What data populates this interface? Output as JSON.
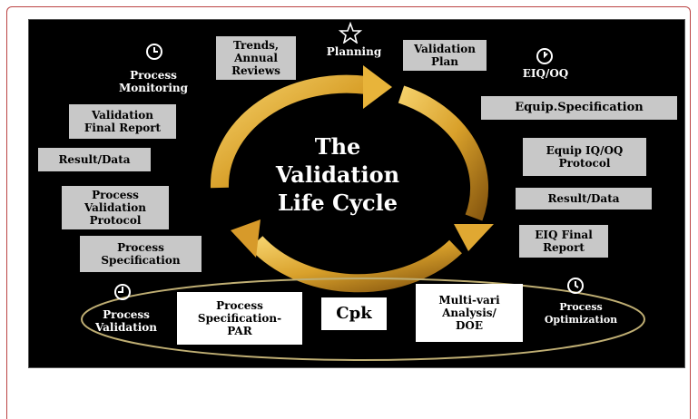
{
  "title": "The\nValidation\nLife Cycle",
  "boxes": {
    "trends": "Trends,\nAnnual\nReviews",
    "validation_plan": "Validation\nPlan",
    "equip_spec": "Equip.Specification",
    "equip_iq_oq": "Equip IQ/OQ\nProtocol",
    "result_data_right": "Result/Data",
    "eiq_final": "EIQ Final\nReport",
    "validation_final": "Validation\nFinal Report",
    "result_data_left": "Result/Data",
    "pv_protocol": "Process\nValidation\nProtocol",
    "process_spec": "Process\nSpecification",
    "process_spec_par": "Process\nSpecification-\nPAR",
    "cpk": "Cpk",
    "multivari": "Multi-vari\nAnalysis/\nDOE"
  },
  "labels": {
    "planning": "Planning",
    "eiq_oq": "EIQ/OQ",
    "process_monitoring": "Process\nMonitoring",
    "process_validation": "Process\nValidation",
    "process_optimization": "Process\nOptimization"
  },
  "colors": {
    "arrow_gold": "#d9a12b",
    "arrow_dark": "#8a5a10",
    "background": "#000000",
    "box_grey": "#c8c8c8"
  },
  "icons": [
    "star-icon",
    "clock-icon"
  ]
}
